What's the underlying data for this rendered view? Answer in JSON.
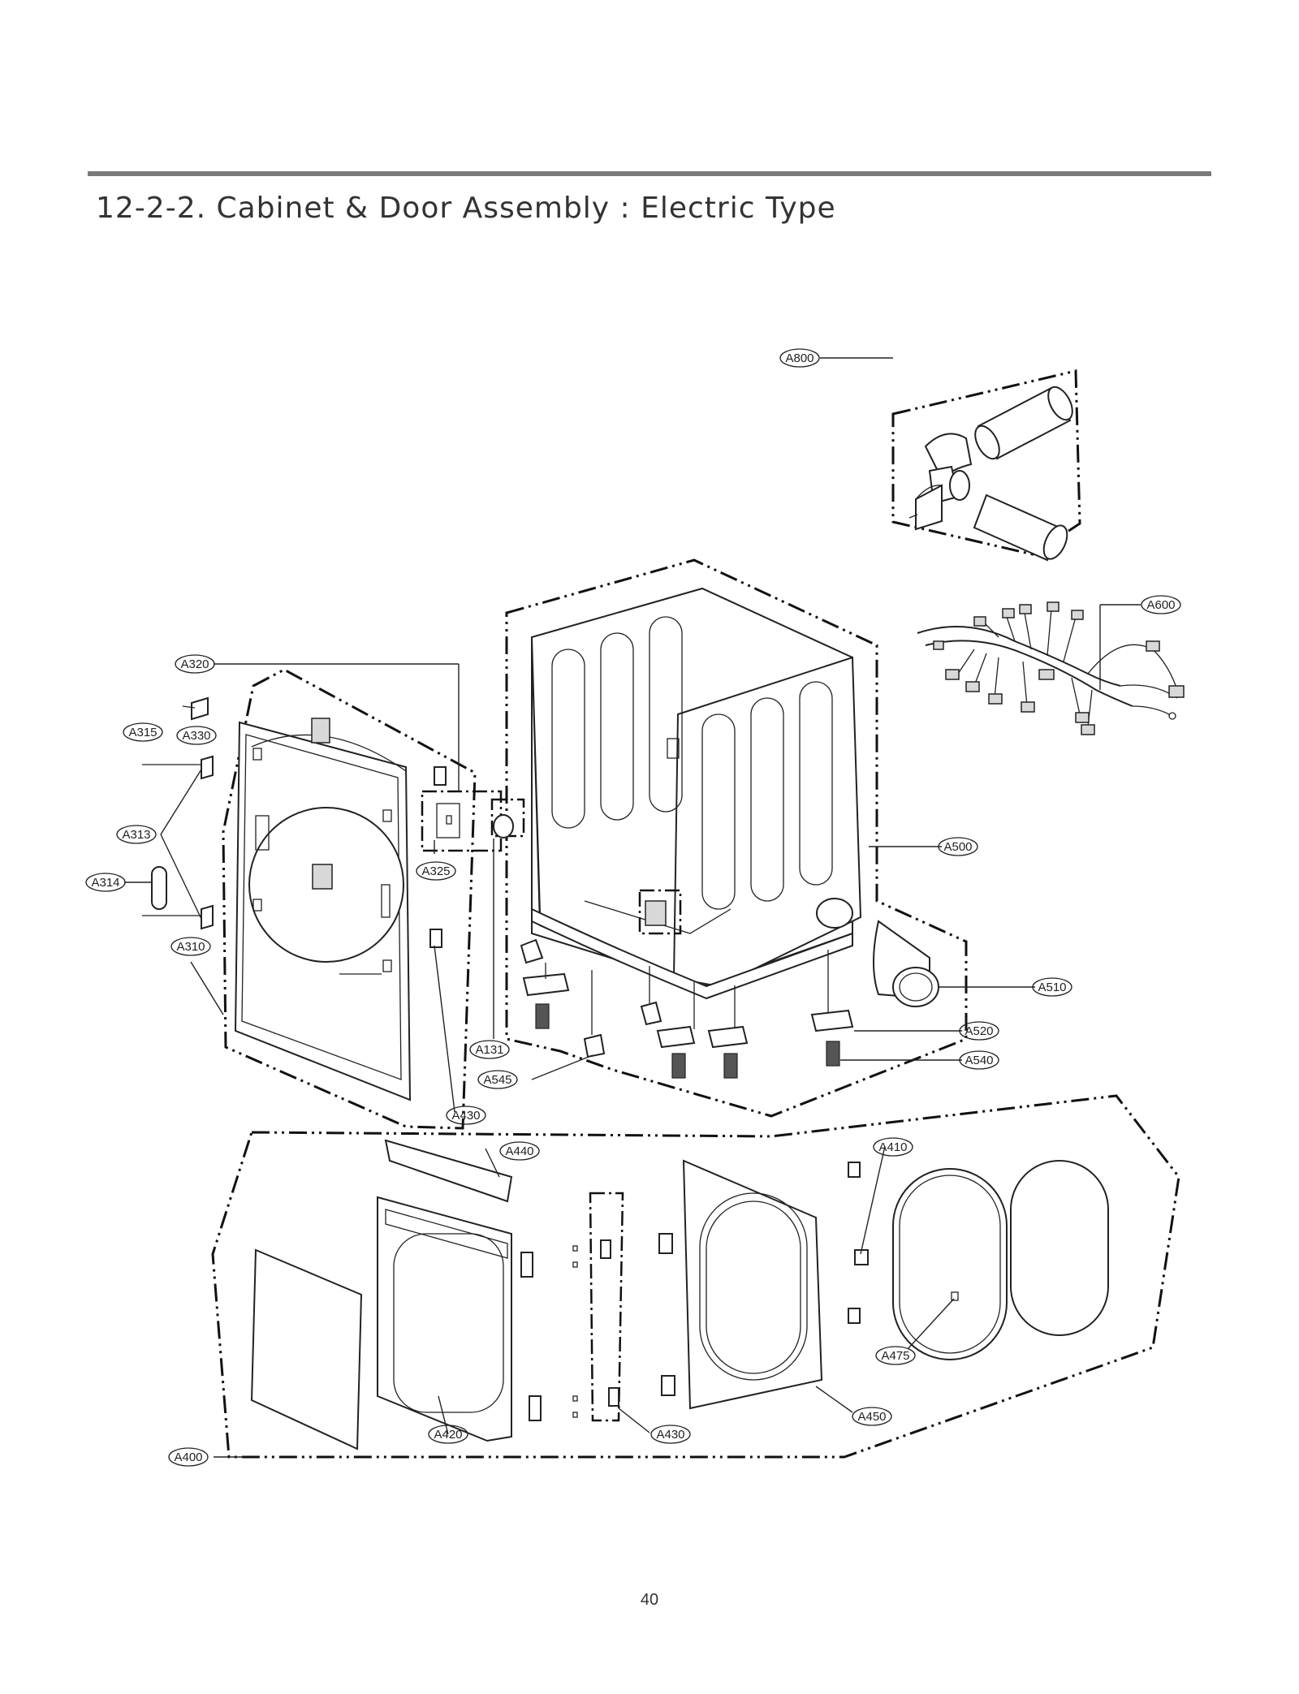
{
  "header": {
    "title": "12-2-2. Cabinet & Door Assembly : Electric Type"
  },
  "diagram": {
    "callouts": [
      {
        "id": "A800",
        "label": "A800"
      },
      {
        "id": "A600",
        "label": "A600"
      },
      {
        "id": "A320",
        "label": "A320"
      },
      {
        "id": "A315",
        "label": "A315"
      },
      {
        "id": "A330",
        "label": "A330"
      },
      {
        "id": "A313",
        "label": "A313"
      },
      {
        "id": "A314",
        "label": "A314"
      },
      {
        "id": "A310",
        "label": "A310"
      },
      {
        "id": "A325",
        "label": "A325"
      },
      {
        "id": "A500",
        "label": "A500"
      },
      {
        "id": "A510",
        "label": "A510"
      },
      {
        "id": "A520",
        "label": "A520"
      },
      {
        "id": "A540",
        "label": "A540"
      },
      {
        "id": "A131",
        "label": "A131"
      },
      {
        "id": "A545",
        "label": "A545"
      },
      {
        "id": "A430a",
        "label": "A430"
      },
      {
        "id": "A440",
        "label": "A440"
      },
      {
        "id": "A410",
        "label": "A410"
      },
      {
        "id": "A475",
        "label": "A475"
      },
      {
        "id": "A450",
        "label": "A450"
      },
      {
        "id": "A430b",
        "label": "A430"
      },
      {
        "id": "A420",
        "label": "A420"
      },
      {
        "id": "A400",
        "label": "A400"
      }
    ]
  },
  "footer": {
    "page_number": "40"
  }
}
